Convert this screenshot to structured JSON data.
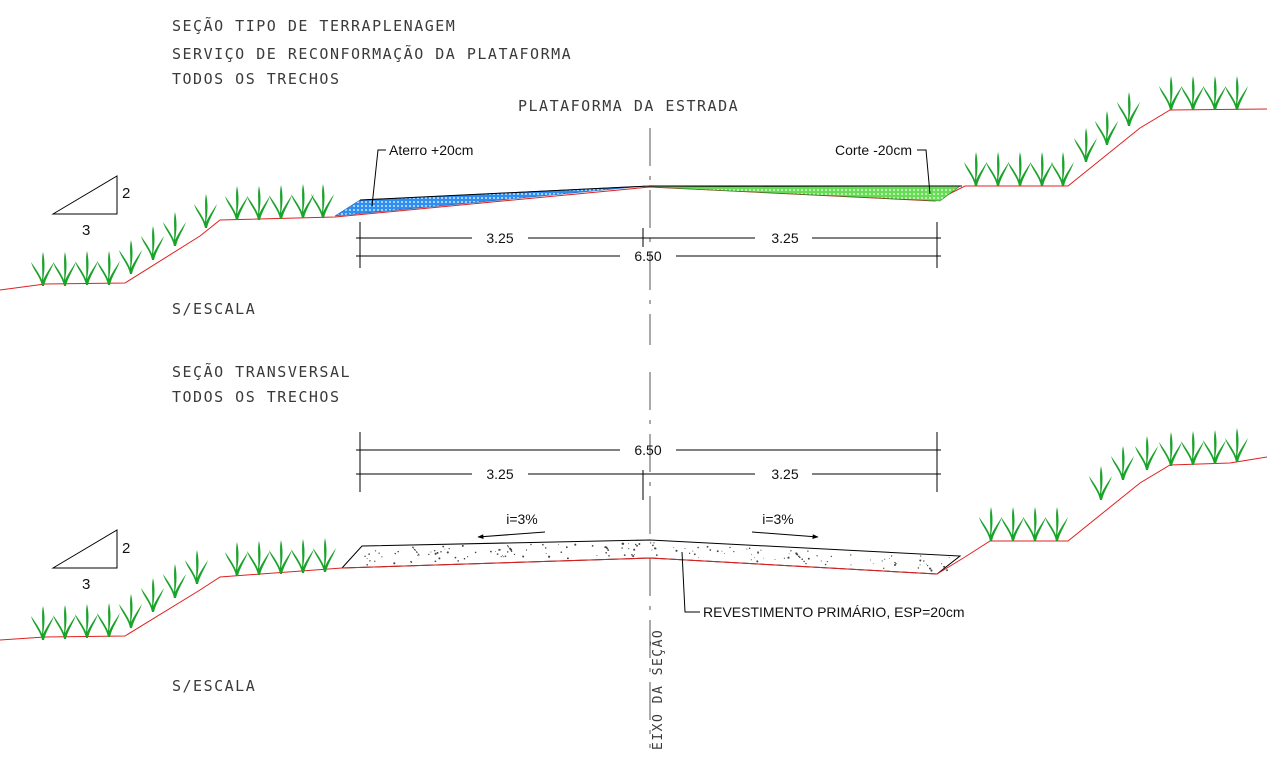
{
  "section1": {
    "title_lines": [
      "SEÇÃO TIPO DE TERRAPLENAGEM",
      "SERVIÇO DE RECONFORMAÇÃO DA PLATAFORMA",
      "TODOS OS TRECHOS"
    ],
    "platform_label": "PLATAFORMA DA ESTRADA",
    "fill_label": "Aterro +20cm",
    "cut_label": "Corte -20cm",
    "dim_half_left": "3.25",
    "dim_half_right": "3.25",
    "dim_total": "6.50",
    "slope_v": "2",
    "slope_h": "3",
    "scale_note": "S/ESCALA"
  },
  "section2": {
    "title_lines": [
      "SEÇÃO TRANSVERSAL",
      "TODOS OS TRECHOS"
    ],
    "dim_total": "6.50",
    "dim_half_left": "3.25",
    "dim_half_right": "3.25",
    "slope_left": "i=3%",
    "slope_right": "i=3%",
    "surface_label": "REVESTIMENTO PRIMÁRIO, ESP=20cm",
    "axis_label": "EIXO DA SEÇÃO",
    "slope_v": "2",
    "slope_h": "3",
    "scale_note": "S/ESCALA"
  },
  "colors": {
    "ground_line": "#e02020",
    "fill_hatch": "#2f8ff0",
    "cut_hatch": "#66dd55",
    "vegetation": "#1aa32a"
  }
}
